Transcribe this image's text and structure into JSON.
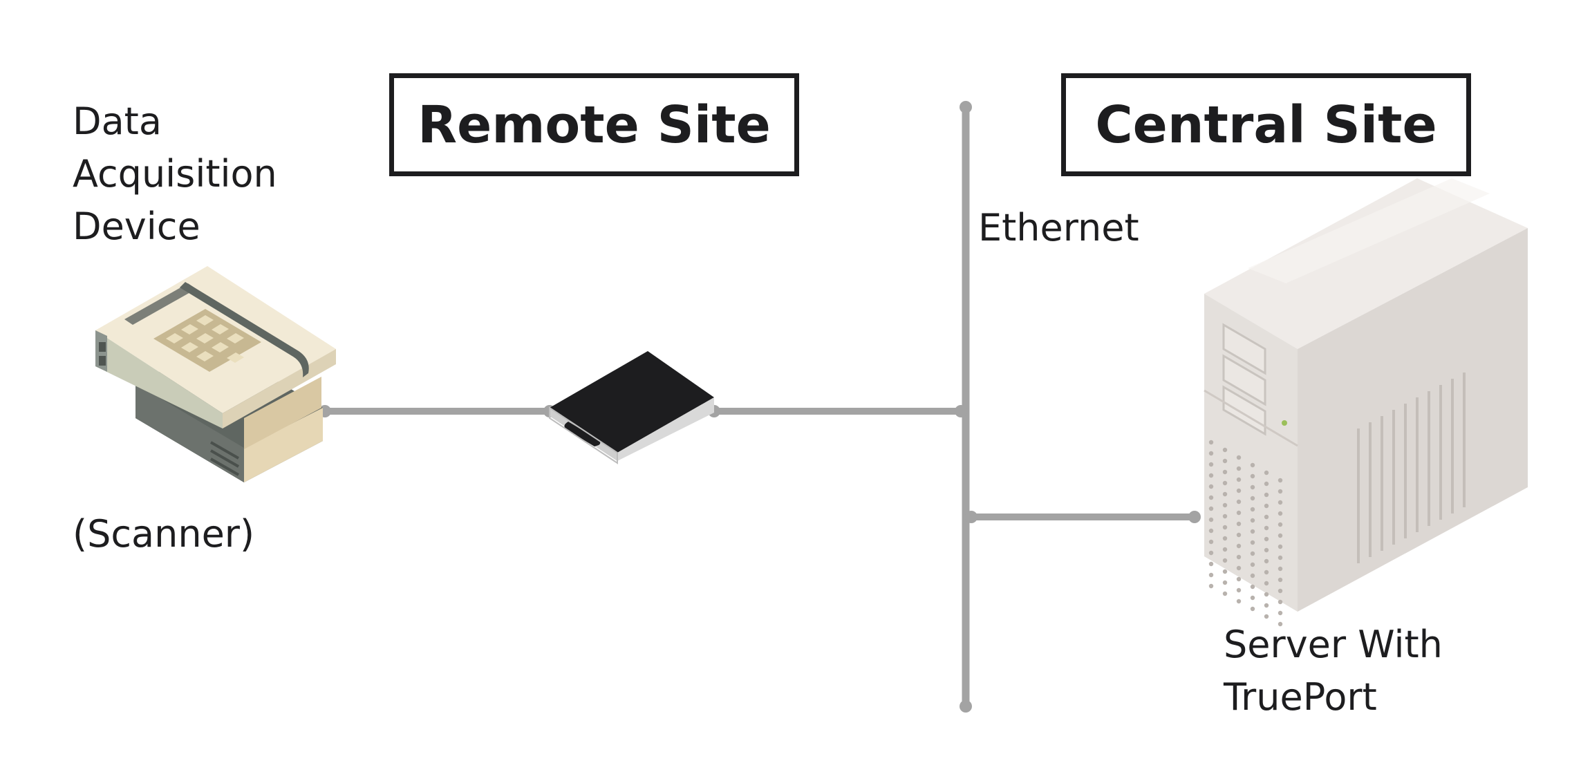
{
  "sites": {
    "remote": "Remote Site",
    "central": "Central Site"
  },
  "devices": {
    "data_acquisition": [
      "Data",
      "Acquisition",
      "Device"
    ],
    "scanner": "(Scanner)",
    "ethernet": "Ethernet",
    "server": [
      "Server With",
      "TruePort"
    ]
  },
  "colors": {
    "line": "#a3a3a3",
    "text": "#1d1d1f",
    "device_server_body": "#e9e5e2",
    "device_server_alt": "#dcd8d4",
    "device_scanner_top": "#f2ead6",
    "device_scanner_keypad": "#c7b892",
    "device_scanner_base": "#5f6661",
    "device_server_black": "#1d1d1f"
  },
  "icons": [
    "scanner-icon",
    "device-server-icon",
    "tower-server-icon"
  ]
}
